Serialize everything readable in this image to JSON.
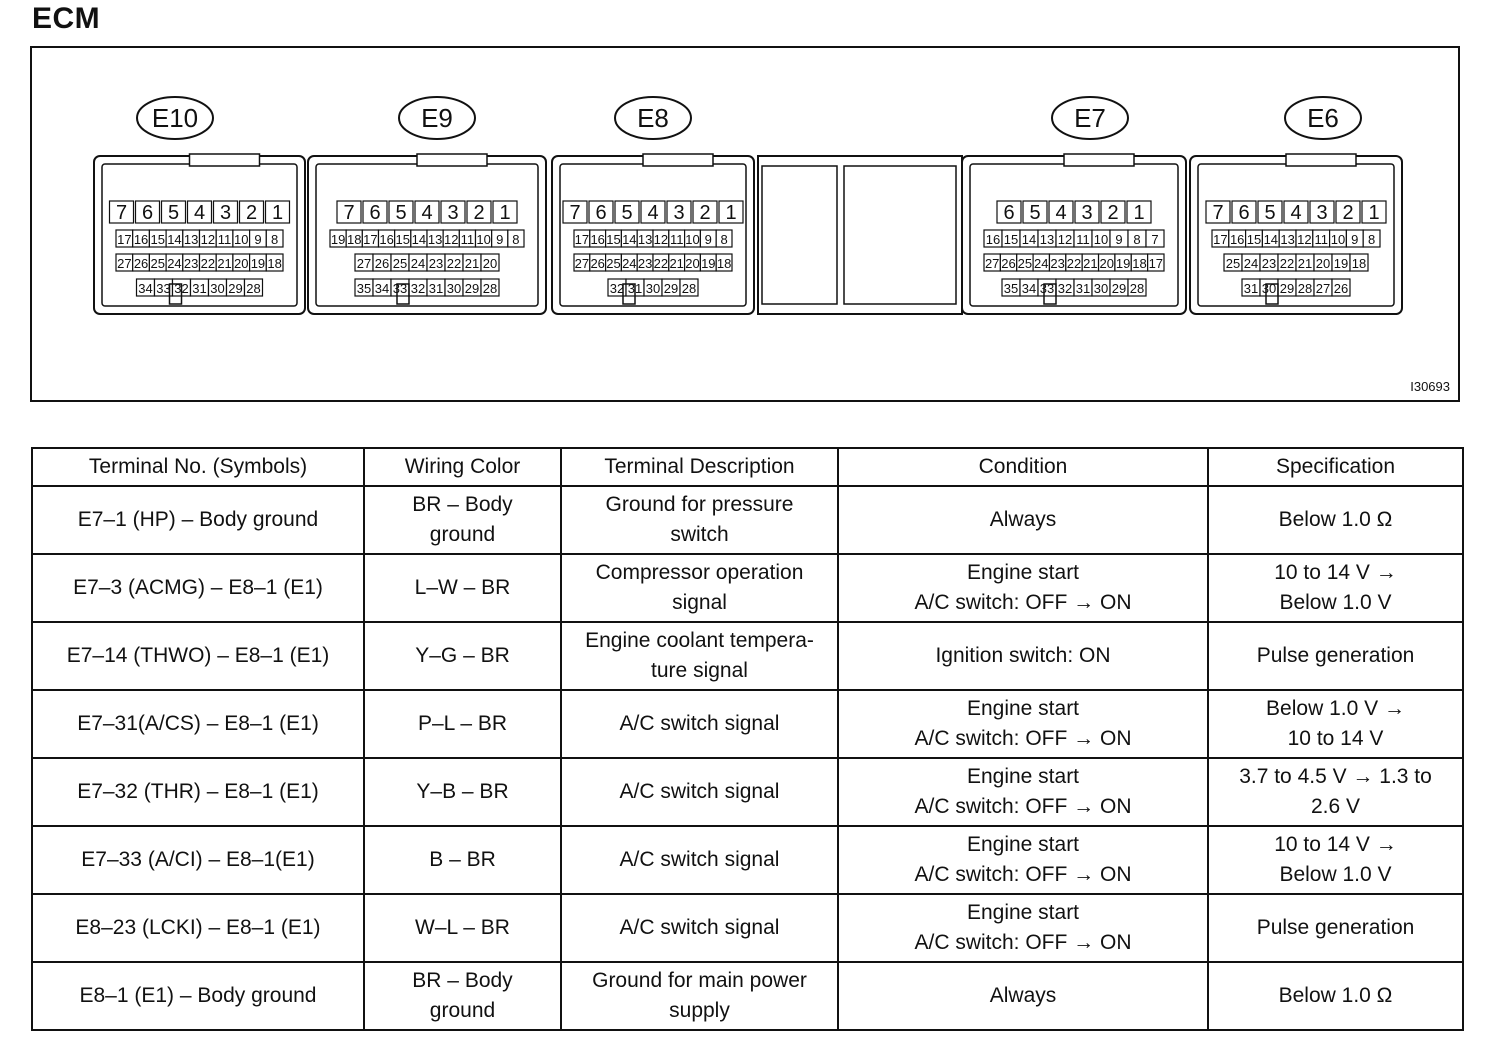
{
  "title": "ECM",
  "figure_id": "I30693",
  "connectors": [
    {
      "id": "E10",
      "row1": [
        "7",
        "6",
        "5",
        "4",
        "3",
        "2",
        "1"
      ],
      "row2": [
        "17",
        "16",
        "15",
        "14",
        "13",
        "12",
        "11",
        "10",
        "9",
        "8"
      ],
      "row3": [
        "27",
        "26",
        "25",
        "24",
        "23",
        "22",
        "21",
        "20",
        "19",
        "18"
      ],
      "row4": [
        "34",
        "33",
        "32",
        "31",
        "30",
        "29",
        "28"
      ]
    },
    {
      "id": "E9",
      "row1": [
        "7",
        "6",
        "5",
        "4",
        "3",
        "2",
        "1"
      ],
      "row2": [
        "19",
        "18",
        "17",
        "16",
        "15",
        "14",
        "13",
        "12",
        "11",
        "10",
        "9",
        "8"
      ],
      "row3": [
        "27",
        "26",
        "25",
        "24",
        "23",
        "22",
        "21",
        "20"
      ],
      "row4": [
        "35",
        "34",
        "33",
        "32",
        "31",
        "30",
        "29",
        "28"
      ]
    },
    {
      "id": "E8",
      "row1": [
        "7",
        "6",
        "5",
        "4",
        "3",
        "2",
        "1"
      ],
      "row2": [
        "17",
        "16",
        "15",
        "14",
        "13",
        "12",
        "11",
        "10",
        "9",
        "8"
      ],
      "row3": [
        "27",
        "26",
        "25",
        "24",
        "23",
        "22",
        "21",
        "20",
        "19",
        "18"
      ],
      "row4": [
        "32",
        "31",
        "30",
        "29",
        "28"
      ]
    },
    {
      "id": "E7",
      "row1": [
        "6",
        "5",
        "4",
        "3",
        "2",
        "1"
      ],
      "row2": [
        "16",
        "15",
        "14",
        "13",
        "12",
        "11",
        "10",
        "9",
        "8",
        "7"
      ],
      "row3": [
        "27",
        "26",
        "25",
        "24",
        "23",
        "22",
        "21",
        "20",
        "19",
        "18",
        "17"
      ],
      "row4": [
        "35",
        "34",
        "33",
        "32",
        "31",
        "30",
        "29",
        "28"
      ]
    },
    {
      "id": "E6",
      "row1": [
        "7",
        "6",
        "5",
        "4",
        "3",
        "2",
        "1"
      ],
      "row2": [
        "17",
        "16",
        "15",
        "14",
        "13",
        "12",
        "11",
        "10",
        "9",
        "8"
      ],
      "row3": [
        "25",
        "24",
        "23",
        "22",
        "21",
        "20",
        "19",
        "18"
      ],
      "row4": [
        "31",
        "30",
        "29",
        "28",
        "27",
        "26"
      ]
    }
  ],
  "table": {
    "headers": [
      "Terminal No. (Symbols)",
      "Wiring Color",
      "Terminal Description",
      "Condition",
      "Specification"
    ],
    "rows": [
      [
        [
          "E7–1 (HP) – Body ground"
        ],
        [
          "BR – Body",
          "ground"
        ],
        [
          "Ground for pressure",
          "switch"
        ],
        [
          "Always"
        ],
        [
          "Below 1.0 Ω"
        ]
      ],
      [
        [
          "E7–3 (ACMG) – E8–1 (E1)"
        ],
        [
          "L–W – BR"
        ],
        [
          "Compressor operation",
          "signal"
        ],
        [
          "Engine start",
          "A/C switch: OFF → ON"
        ],
        [
          "10 to 14 V →",
          "Below 1.0 V"
        ]
      ],
      [
        [
          "E7–14 (THWO) – E8–1 (E1)"
        ],
        [
          "Y–G – BR"
        ],
        [
          "Engine coolant tempera-",
          "ture signal"
        ],
        [
          "Ignition switch: ON"
        ],
        [
          "Pulse generation"
        ]
      ],
      [
        [
          "E7–31(A/CS) – E8–1 (E1)"
        ],
        [
          "P–L – BR"
        ],
        [
          "A/C switch signal"
        ],
        [
          "Engine start",
          "A/C switch: OFF → ON"
        ],
        [
          "Below 1.0 V →",
          "10 to 14 V"
        ]
      ],
      [
        [
          "E7–32 (THR) – E8–1 (E1)"
        ],
        [
          "Y–B – BR"
        ],
        [
          "A/C switch signal"
        ],
        [
          "Engine start",
          "A/C switch: OFF → ON"
        ],
        [
          "3.7 to 4.5 V → 1.3 to",
          "2.6 V"
        ]
      ],
      [
        [
          "E7–33 (A/CI) – E8–1(E1)"
        ],
        [
          "B – BR"
        ],
        [
          "A/C switch signal"
        ],
        [
          "Engine start",
          "A/C switch: OFF → ON"
        ],
        [
          "10 to 14 V →",
          "Below 1.0 V"
        ]
      ],
      [
        [
          "E8–23 (LCKI) – E8–1 (E1)"
        ],
        [
          "W–L – BR"
        ],
        [
          "A/C switch signal"
        ],
        [
          "Engine start",
          "A/C switch: OFF → ON"
        ],
        [
          "Pulse generation"
        ]
      ],
      [
        [
          "E8–1 (E1) – Body ground"
        ],
        [
          "BR – Body",
          "ground"
        ],
        [
          "Ground for main power",
          "supply"
        ],
        [
          "Always"
        ],
        [
          "Below 1.0 Ω"
        ]
      ]
    ]
  }
}
